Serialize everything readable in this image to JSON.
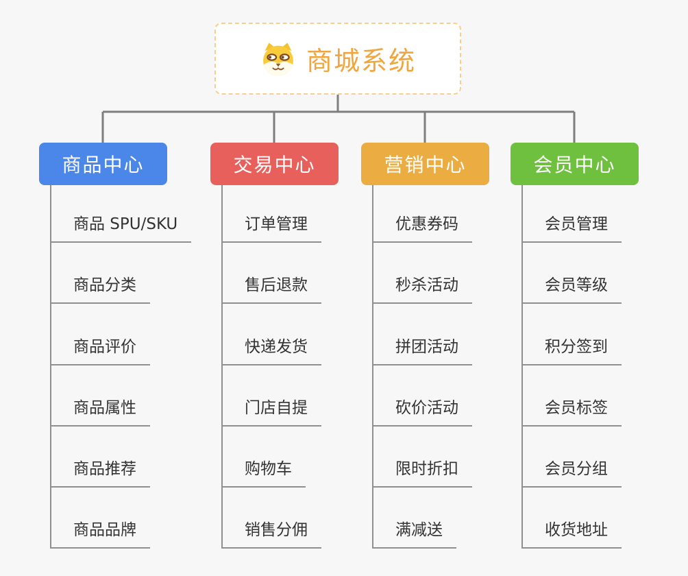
{
  "canvas": {
    "background": "#f7f7f7",
    "connector_color": "#7e7e7e",
    "branch_line_color": "#8f8f8f",
    "child_text_color": "#333333"
  },
  "root": {
    "title": "商城系统",
    "icon": "shiba-dog-icon",
    "text_color": "#f0a63e",
    "border_color": "#f6cf8d",
    "background": "#ffffff"
  },
  "centers": [
    {
      "label": "商品中心",
      "color": "#4a87e8",
      "children": [
        "商品 SPU/SKU",
        "商品分类",
        "商品评价",
        "商品属性",
        "商品推荐",
        "商品品牌"
      ]
    },
    {
      "label": "交易中心",
      "color": "#e8605c",
      "children": [
        "订单管理",
        "售后退款",
        "快递发货",
        "门店自提",
        "购物车",
        "销售分佣"
      ]
    },
    {
      "label": "营销中心",
      "color": "#ebac42",
      "children": [
        "优惠券码",
        "秒杀活动",
        "拼团活动",
        "砍价活动",
        "限时折扣",
        "满减送"
      ]
    },
    {
      "label": "会员中心",
      "color": "#70c040",
      "children": [
        "会员管理",
        "会员等级",
        "积分签到",
        "会员标签",
        "会员分组",
        "收货地址"
      ]
    }
  ]
}
